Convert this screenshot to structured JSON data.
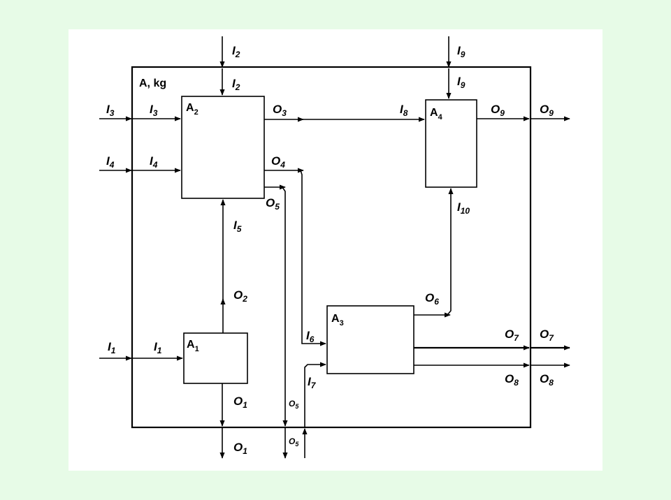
{
  "diagram": {
    "system_label": "A, kg",
    "blocks": {
      "A1": {
        "name": "A",
        "sub": "1"
      },
      "A2": {
        "name": "A",
        "sub": "2"
      },
      "A3": {
        "name": "A",
        "sub": "3"
      },
      "A4": {
        "name": "A",
        "sub": "4"
      }
    },
    "labels": {
      "I2_out": {
        "name": "I",
        "sub": "2"
      },
      "I2_in": {
        "name": "I",
        "sub": "2"
      },
      "I9_out": {
        "name": "I",
        "sub": "9"
      },
      "I9_in": {
        "name": "I",
        "sub": "9"
      },
      "I3_out": {
        "name": "I",
        "sub": "3"
      },
      "I3_in": {
        "name": "I",
        "sub": "3"
      },
      "I4_out": {
        "name": "I",
        "sub": "4"
      },
      "I4_in": {
        "name": "I",
        "sub": "4"
      },
      "O3": {
        "name": "O",
        "sub": "3"
      },
      "I8": {
        "name": "I",
        "sub": "8"
      },
      "O9_in": {
        "name": "O",
        "sub": "9"
      },
      "O9_out": {
        "name": "O",
        "sub": "9"
      },
      "O4": {
        "name": "O",
        "sub": "4"
      },
      "O5_top": {
        "name": "O",
        "sub": "5"
      },
      "I5": {
        "name": "I",
        "sub": "5"
      },
      "I10": {
        "name": "I",
        "sub": "10"
      },
      "O2": {
        "name": "O",
        "sub": "2"
      },
      "O6": {
        "name": "O",
        "sub": "6"
      },
      "I6": {
        "name": "I",
        "sub": "6"
      },
      "I1_out": {
        "name": "I",
        "sub": "1"
      },
      "I1_in": {
        "name": "I",
        "sub": "1"
      },
      "O7_in": {
        "name": "O",
        "sub": "7"
      },
      "O7_out": {
        "name": "O",
        "sub": "7"
      },
      "O8_in": {
        "name": "O",
        "sub": "8"
      },
      "O8_out": {
        "name": "O",
        "sub": "8"
      },
      "I7": {
        "name": "I",
        "sub": "7"
      },
      "O1_in": {
        "name": "O",
        "sub": "1"
      },
      "O1_out": {
        "name": "O",
        "sub": "1"
      },
      "O5_mid": {
        "name": "O",
        "sub": "5"
      },
      "O5_bot": {
        "name": "O",
        "sub": "5"
      }
    }
  }
}
